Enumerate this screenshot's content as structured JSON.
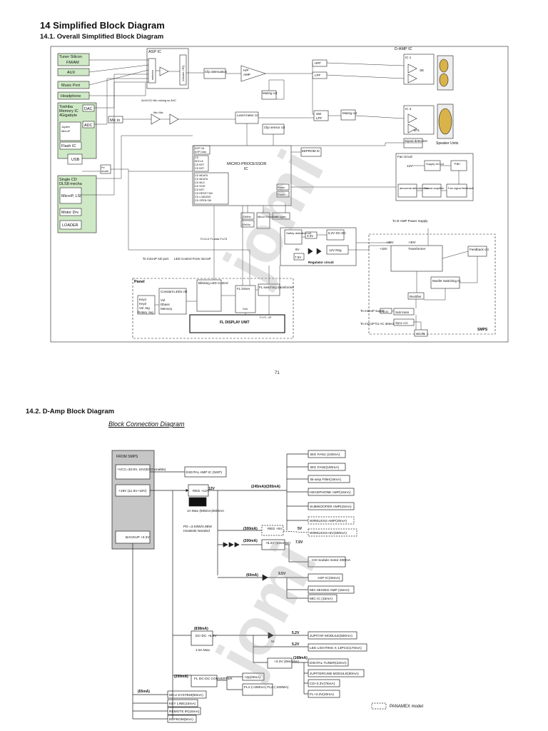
{
  "header": {
    "title": "14 Simplified Block Diagram",
    "sec1": "14.1.   Overall Simplified Block Diagram",
    "sec2": "14.2.  D-Amp Block Diagram",
    "sub": "Block Connection Diagram",
    "page": "71"
  },
  "watermark": "jomi",
  "colors": {
    "green": "#cfe9c6",
    "smps": "#c6c6c6",
    "line": "#222"
  },
  "d1": {
    "tuner": "Tuner Silicon",
    "fmam": "FM/AM",
    "aux": "AUX",
    "music": "Music Port",
    "hp": "Headphone",
    "toshiba": "Toshiba",
    "memic": "Memory IC",
    "size": "4Gigabyte",
    "jupiter": "Jupiter",
    "microp2": "MicroP",
    "flash": "Flash IC",
    "usb": "USB",
    "dac": "DAC",
    "adc": "ADC",
    "fe": "Fe",
    "mode": "mode",
    "cd1": "Single CD",
    "cd2": "DLS8 mecha",
    "lsi": "MicroP, LSI",
    "motor": "Motor Drv",
    "loader": "LOADER",
    "aspic": "ASP IC",
    "selector": "selector",
    "vol": "Volume / EQ",
    "micin": "Mic in",
    "mixnote": "AUX/CD Mic mixing w/ AVC",
    "micmix": "Mic Mix",
    "clip": "Clip attenuation",
    "hpamp1": "H/P",
    "hpamp2": "AMP",
    "muting": "Muting cct",
    "level": "Level meter cct",
    "cliprec": "Clip sensor cct",
    "damp": "D-AMP IC",
    "ic1": "IC 1",
    "ic3": "IC 3",
    "se": "SE",
    "btl": "BTL",
    "hpf": "HPF",
    "lpf": "LPF",
    "sw": "SW",
    "lpf2": "LPF",
    "mut2": "Muting cct",
    "sig": "Signal detection",
    "speaker": "Speaker Units",
    "eeprom": "EEPROM IC",
    "micro1": "MICRO-PROCESSOR",
    "micro2": "IC",
    "ports": [
      "ASP Clk",
      "ASP Data",
      "",
      "CD",
      "SDCLK",
      "CD BST",
      "CD BST",
      "",
      "CD MDATA",
      "CD MDATA",
      "CD MLD",
      "CD STAT",
      "CD BST",
      "CD RESET SW",
      "CD LOADING",
      "CD OPEN SW"
    ],
    "power": "Power",
    "power2": "Power",
    "x10": "10MHz",
    "x20": "20KHz",
    "reset": "Micon Reset cct",
    "debug": "Debugger",
    "fan": "Fan circuit",
    "v12": "12V",
    "supctl": "Supply ctrl cct",
    "fanb": "Fan",
    "abn": "abnormal detection cct",
    "biased": "Biased amplifier",
    "fansig": "Fan signal feedback",
    "todamp": "To D-AMP Power Supply",
    "safety": "Safety detection cct",
    "v33": "3.3V",
    "v52": "5.2V DC-DC",
    "v8": "8V",
    "v75": "7.5V",
    "v12reg": "12V Reg",
    "regc": "Regulator circuit",
    "v30": "+30V",
    "v30b": "+30V",
    "v18": "+18V",
    "trans": "Transformer",
    "feedback": "Feedback cct",
    "mosfet": "Mosfet Switching IC",
    "rect": "Rectifier",
    "subtrans": "Sub trans",
    "sync": "Sync cct",
    "acin": "AC IN",
    "smps": "SMPS",
    "tomp": "To microP supply",
    "tomp2": "To microP for AC detect",
    "p33": "+3.3V",
    "panel": "Panel",
    "key1": "Key1",
    "key2": "Key2",
    "voljog": "Vol Jog",
    "rotary": "Rotary Jog",
    "const": "Constant LEDs ckt",
    "vol2": "Vol",
    "dbass": "Dbass",
    "memory": "Memory",
    "blink": "Blinking LED Control",
    "fldrv": "FL Driver",
    "flsw": "FL switching transformer",
    "fldisp": "FL DISPLAY UNIT",
    "toad": "To microP AD port",
    "ledctl": "LED Control From microP",
    "flsig": "FLCLK FLdata FLCS",
    "grid": "Grid",
    "fil": "F1 F2  -VP"
  },
  "d2": {
    "from": "FROM SMPS",
    "vcc": "+VCC=33.8V, 24V(ECO enable)",
    "v18": "+18V (11.5V~19V)",
    "backup": "BACKUP +3.3V",
    "digamp": "DIGITAL AMP IC (NXP)",
    "reg12": "REG +12V",
    "v12": "12V",
    "maxi": "1A Max (505mA)/600mA",
    "pd": "PD =3.03W/4.98W",
    "hs": "Heatsink Needed",
    "i245": "(245mA)/(265mA)",
    "l12": [
      "BIG FAN1 (100mA)",
      "BIG FAN2(100mA)",
      "Bi-amp Filter(15mA)",
      "HEADPHONE AMP(15mA)",
      "SUBWOOFER AMP(15mA)",
      "WIRELESS AMP(20mA)",
      "WIRELESS+5V(300mA)"
    ],
    "i300": "(300mA)",
    "reg5": "REG +5V",
    "v5": "5V",
    "i200": "(200mA)",
    "v82": "+8.2V (Discrete)",
    "v75": "7.5V",
    "cdm": "CD module motor 200mA",
    "i60": "(60mA)",
    "v95": "9.5V",
    "l95": [
      "ASP IC(30mA)",
      "MIC MIXING AMP (15mA)",
      "MIC IC (15mA)"
    ],
    "i838": "(838mA)",
    "dcdc": "DC-DC +5.2V",
    "max15": "1.5A Max",
    "v52a": "5.2V",
    "v52b": "5.2V",
    "ni": "NI",
    "jup": "JUPITAR MODULE(500mA)",
    "led": "LED LIGHTING X 13PCS(170mA)",
    "v33d": "+3.3V (Discrete)",
    "i168": "(168mA)",
    "l33": [
      "DIGITAL TUNER(23mA)",
      "JUPITER/USB MODULE(50mA)",
      "CD+3.3V(75mA)",
      "FL+3.3V(20mA)"
    ],
    "i200b": "(200mA)",
    "fldc": "FL DC-DC CONVERTER",
    "vp": "-Vp(20mA)",
    "fl12": "FL1-(+250mA) FL2-(-240MA)",
    "i65": "(65mA)",
    "l65": [
      "MCU SYSTEM(50mA)",
      "KEY LINE(15mA)",
      "REMOTE IR(15mA)",
      "EEPROM(5mA)"
    ],
    "panamex": "PANAMEX model"
  }
}
